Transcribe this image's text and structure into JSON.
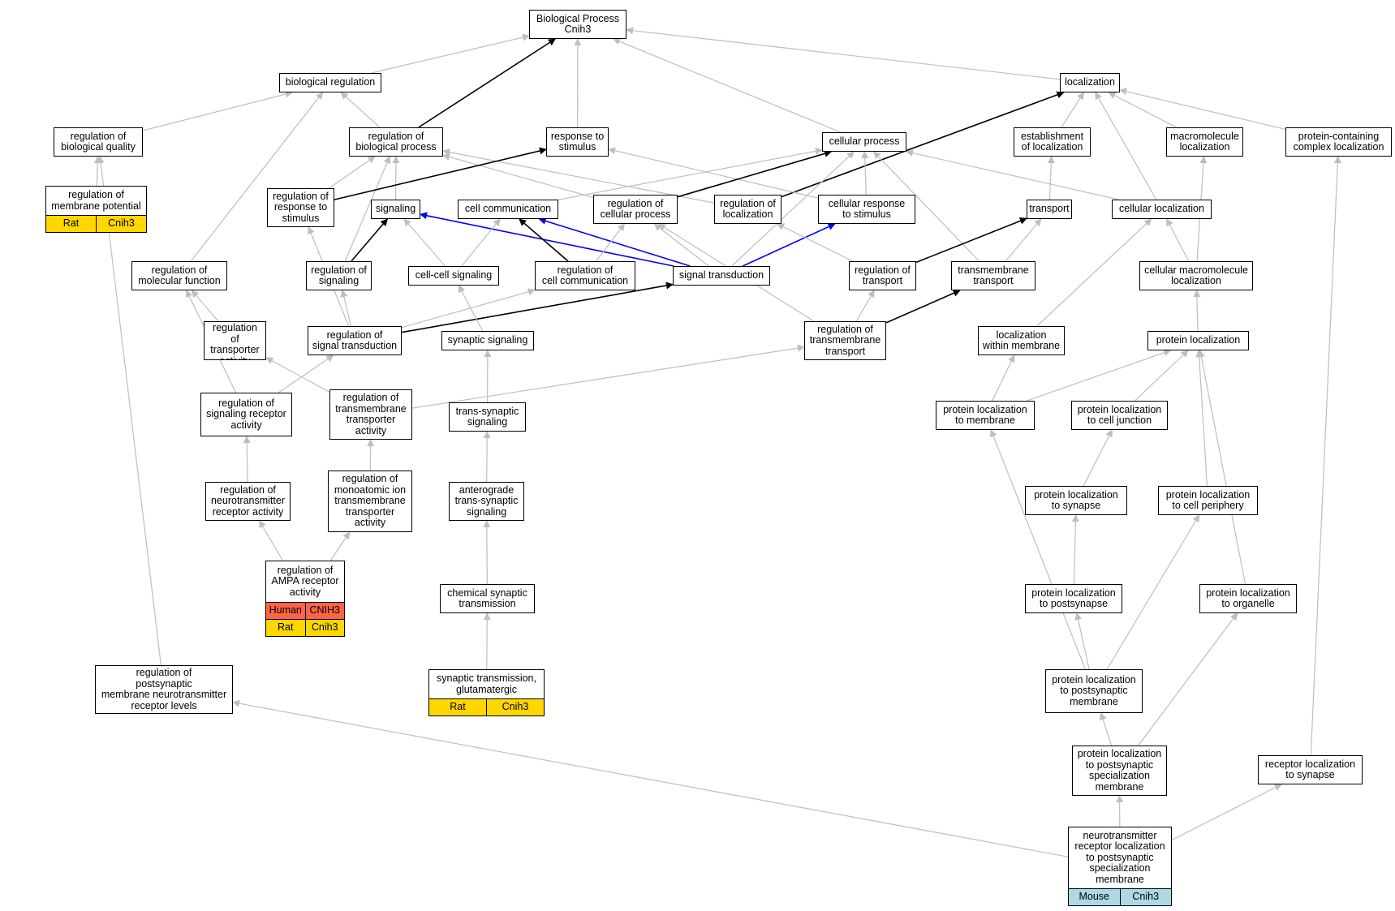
{
  "graph": {
    "annotation_colors": {
      "Rat": "#FFD700",
      "Human": "#FF6347",
      "Mouse": "#ADD8E6"
    },
    "edge_colors": {
      "gray": "#BEBEBE",
      "black": "#000000",
      "blue": "#0000FF"
    },
    "nodes": [
      {
        "id": "bp",
        "label": "Biological Process\nCnih3"
      },
      {
        "id": "breg",
        "label": "biological regulation"
      },
      {
        "id": "loc",
        "label": "localization"
      },
      {
        "id": "rbq",
        "label": "regulation of\nbiological quality"
      },
      {
        "id": "rbp",
        "label": "regulation of\nbiological process"
      },
      {
        "id": "rts",
        "label": "response to\nstimulus"
      },
      {
        "id": "cp",
        "label": "cellular process"
      },
      {
        "id": "eol",
        "label": "establishment\nof localization"
      },
      {
        "id": "ml",
        "label": "macromolecule\nlocalization"
      },
      {
        "id": "pcl",
        "label": "protein-containing\ncomplex localization"
      },
      {
        "id": "rmp",
        "label": "regulation of\nmembrane potential",
        "annotations": [
          [
            "Rat",
            "Cnih3"
          ]
        ]
      },
      {
        "id": "rrs",
        "label": "regulation of\nresponse to\nstimulus"
      },
      {
        "id": "sig",
        "label": "signaling"
      },
      {
        "id": "cc",
        "label": "cell communication"
      },
      {
        "id": "rcp",
        "label": "regulation of\ncellular process"
      },
      {
        "id": "rloc",
        "label": "regulation of\nlocalization"
      },
      {
        "id": "crs",
        "label": "cellular response\nto stimulus"
      },
      {
        "id": "tr",
        "label": "transport"
      },
      {
        "id": "cl",
        "label": "cellular localization"
      },
      {
        "id": "rmf",
        "label": "regulation of\nmolecular function"
      },
      {
        "id": "rsig",
        "label": "regulation of\nsignaling"
      },
      {
        "id": "ccs",
        "label": "cell-cell signaling"
      },
      {
        "id": "rcc",
        "label": "regulation of\ncell communication"
      },
      {
        "id": "st",
        "label": "signal transduction"
      },
      {
        "id": "rtr",
        "label": "regulation of\ntransport"
      },
      {
        "id": "tmt",
        "label": "transmembrane\ntransport"
      },
      {
        "id": "cml",
        "label": "cellular macromolecule\nlocalization"
      },
      {
        "id": "rta",
        "label": "regulation of\ntransporter\nactivity"
      },
      {
        "id": "rst",
        "label": "regulation of\nsignal transduction"
      },
      {
        "id": "ss",
        "label": "synaptic signaling"
      },
      {
        "id": "rtmt",
        "label": "regulation of\ntransmembrane\ntransport"
      },
      {
        "id": "lwm",
        "label": "localization\nwithin membrane"
      },
      {
        "id": "pl",
        "label": "protein localization"
      },
      {
        "id": "rsra",
        "label": "regulation of\nsignaling receptor\nactivity"
      },
      {
        "id": "rtmta",
        "label": "regulation of\ntransmembrane\ntransporter\nactivity"
      },
      {
        "id": "tss",
        "label": "trans-synaptic\nsignaling"
      },
      {
        "id": "pltm",
        "label": "protein localization\nto membrane"
      },
      {
        "id": "pltcj",
        "label": "protein localization\nto cell junction"
      },
      {
        "id": "rnra",
        "label": "regulation of\nneurotransmitter\nreceptor activity"
      },
      {
        "id": "rmita",
        "label": "regulation of\nmonoatomic ion\ntransmembrane\ntransporter\nactivity"
      },
      {
        "id": "atss",
        "label": "anterograde\ntrans-synaptic\nsignaling"
      },
      {
        "id": "plts",
        "label": "protein localization\nto synapse"
      },
      {
        "id": "pltcp",
        "label": "protein localization\nto cell periphery"
      },
      {
        "id": "rampa",
        "label": "regulation of\nAMPA receptor\nactivity",
        "annotations": [
          [
            "Human",
            "CNIH3"
          ],
          [
            "Rat",
            "Cnih3"
          ]
        ]
      },
      {
        "id": "cst",
        "label": "chemical synaptic\ntransmission"
      },
      {
        "id": "pltps",
        "label": "protein localization\nto postsynapse"
      },
      {
        "id": "plto",
        "label": "protein localization\nto organelle"
      },
      {
        "id": "rpmnrl",
        "label": "regulation of\npostsynaptic\nmembrane neurotransmitter\nreceptor levels"
      },
      {
        "id": "stg",
        "label": "synaptic transmission,\nglutamatergic",
        "annotations": [
          [
            "Rat",
            "Cnih3"
          ]
        ]
      },
      {
        "id": "pltpm",
        "label": "protein localization\nto postsynaptic\nmembrane"
      },
      {
        "id": "pltpsm",
        "label": "protein localization\nto postsynaptic\nspecialization\nmembrane"
      },
      {
        "id": "rlts",
        "label": "receptor localization\nto synapse"
      },
      {
        "id": "nrl",
        "label": "neurotransmitter\nreceptor localization\nto postsynaptic\nspecialization\nmembrane",
        "annotations": [
          [
            "Mouse",
            "Cnih3"
          ]
        ]
      }
    ],
    "edges": [
      [
        "breg",
        "bp",
        "gray"
      ],
      [
        "rbp",
        "bp",
        "black"
      ],
      [
        "rts",
        "bp",
        "gray"
      ],
      [
        "cp",
        "bp",
        "gray"
      ],
      [
        "loc",
        "bp",
        "gray"
      ],
      [
        "rbq",
        "breg",
        "gray"
      ],
      [
        "rbp",
        "breg",
        "gray"
      ],
      [
        "rmf",
        "breg",
        "gray"
      ],
      [
        "rmp",
        "rbq",
        "gray"
      ],
      [
        "rpmnrl",
        "rbq",
        "gray"
      ],
      [
        "rloc",
        "loc",
        "black"
      ],
      [
        "eol",
        "loc",
        "gray"
      ],
      [
        "ml",
        "loc",
        "gray"
      ],
      [
        "pcl",
        "loc",
        "gray"
      ],
      [
        "cl",
        "loc",
        "gray"
      ],
      [
        "tr",
        "eol",
        "gray"
      ],
      [
        "cml",
        "ml",
        "gray"
      ],
      [
        "cml",
        "cl",
        "gray"
      ],
      [
        "lwm",
        "cl",
        "gray"
      ],
      [
        "pl",
        "cml",
        "gray"
      ],
      [
        "rrs",
        "rbp",
        "gray"
      ],
      [
        "sig",
        "rbp",
        "gray"
      ],
      [
        "rcp",
        "rbp",
        "gray"
      ],
      [
        "rloc",
        "rbp",
        "gray"
      ],
      [
        "rsig",
        "rbp",
        "gray"
      ],
      [
        "rrs",
        "rts",
        "black"
      ],
      [
        "crs",
        "rts",
        "gray"
      ],
      [
        "rcp",
        "cp",
        "black"
      ],
      [
        "cc",
        "cp",
        "gray"
      ],
      [
        "crs",
        "cp",
        "gray"
      ],
      [
        "cl",
        "cp",
        "gray"
      ],
      [
        "tmt",
        "cp",
        "gray"
      ],
      [
        "st",
        "cp",
        "gray"
      ],
      [
        "rsig",
        "sig",
        "black"
      ],
      [
        "ccs",
        "sig",
        "gray"
      ],
      [
        "st",
        "sig",
        "blue"
      ],
      [
        "rcc",
        "cc",
        "black"
      ],
      [
        "ccs",
        "cc",
        "gray"
      ],
      [
        "st",
        "cc",
        "blue"
      ],
      [
        "st",
        "crs",
        "blue"
      ],
      [
        "rcc",
        "rcp",
        "gray"
      ],
      [
        "st",
        "rcp",
        "gray"
      ],
      [
        "rtmt",
        "rcp",
        "gray"
      ],
      [
        "rtr",
        "rloc",
        "gray"
      ],
      [
        "rtr",
        "tr",
        "black"
      ],
      [
        "tmt",
        "tr",
        "gray"
      ],
      [
        "rst",
        "rrs",
        "gray"
      ],
      [
        "rst",
        "rsig",
        "gray"
      ],
      [
        "rst",
        "rcc",
        "gray"
      ],
      [
        "rst",
        "st",
        "black"
      ],
      [
        "ss",
        "ccs",
        "gray"
      ],
      [
        "rtmt",
        "rtr",
        "gray"
      ],
      [
        "rtmt",
        "tmt",
        "black"
      ],
      [
        "rta",
        "rmf",
        "gray"
      ],
      [
        "rsra",
        "rmf",
        "gray"
      ],
      [
        "rsra",
        "rst",
        "gray"
      ],
      [
        "rtmta",
        "rta",
        "gray"
      ],
      [
        "rtmta",
        "rtmt",
        "gray"
      ],
      [
        "tss",
        "ss",
        "gray"
      ],
      [
        "pltm",
        "lwm",
        "gray"
      ],
      [
        "pltm",
        "pl",
        "gray"
      ],
      [
        "pltcj",
        "pl",
        "gray"
      ],
      [
        "pltcp",
        "pl",
        "gray"
      ],
      [
        "plto",
        "pl",
        "gray"
      ],
      [
        "rnra",
        "rsra",
        "gray"
      ],
      [
        "rmita",
        "rtmta",
        "gray"
      ],
      [
        "atss",
        "tss",
        "gray"
      ],
      [
        "plts",
        "pltcj",
        "gray"
      ],
      [
        "rampa",
        "rnra",
        "gray"
      ],
      [
        "rampa",
        "rmita",
        "gray"
      ],
      [
        "cst",
        "atss",
        "gray"
      ],
      [
        "pltps",
        "plts",
        "gray"
      ],
      [
        "stg",
        "cst",
        "gray"
      ],
      [
        "pltpm",
        "pltm",
        "gray"
      ],
      [
        "pltpm",
        "pltcp",
        "gray"
      ],
      [
        "pltpm",
        "pltps",
        "gray"
      ],
      [
        "pltpsm",
        "pltpm",
        "gray"
      ],
      [
        "pltpsm",
        "plto",
        "gray"
      ],
      [
        "nrl",
        "pltpsm",
        "gray"
      ],
      [
        "nrl",
        "rlts",
        "gray"
      ],
      [
        "nrl",
        "rpmnrl",
        "gray"
      ],
      [
        "rlts",
        "pcl",
        "gray"
      ]
    ]
  }
}
